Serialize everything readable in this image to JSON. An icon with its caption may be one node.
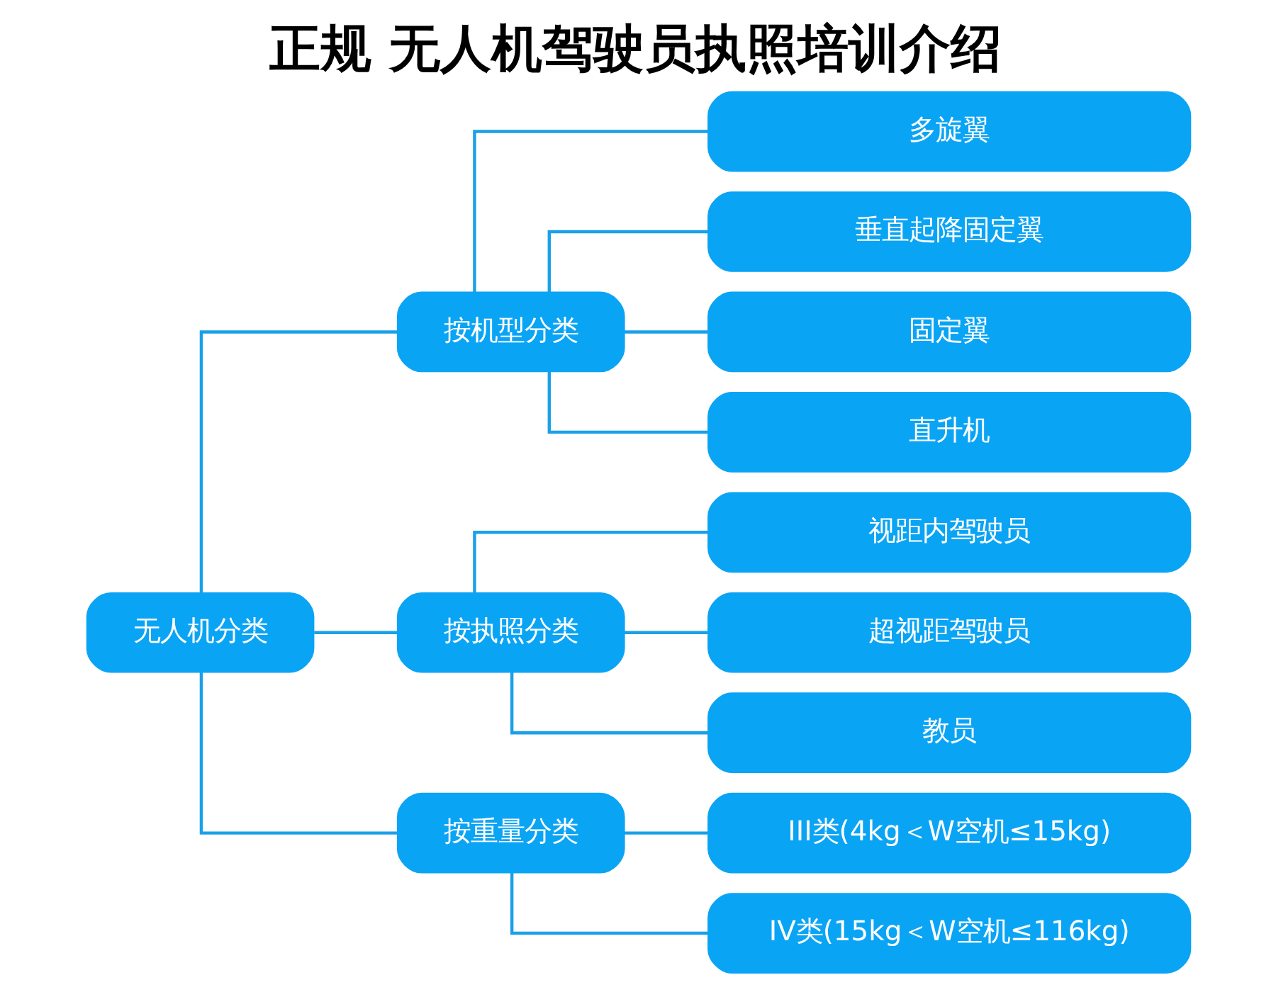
{
  "diagram": {
    "title": "正规 无人机驾驶员执照培训介绍",
    "nodes": [
      {
        "text": [
          "无人机分类"
        ]
      },
      {
        "text": [
          "按机型分类"
        ]
      },
      {
        "text": [
          "按执照分类"
        ]
      },
      {
        "text": [
          "按重量分类"
        ]
      },
      {
        "text": [
          "多旋翼"
        ]
      },
      {
        "text": [
          "垂直起降固定翼"
        ]
      },
      {
        "text": [
          "固定翼"
        ]
      },
      {
        "text": [
          "直升机"
        ]
      },
      {
        "text": [
          "视距内驾驶员"
        ]
      },
      {
        "text": [
          "超视距驾驶员"
        ]
      },
      {
        "text": [
          "教员"
        ]
      },
      {
        "text": [
          "III类(4kg＜W空机≤15kg)"
        ]
      },
      {
        "text": [
          "IV类(15kg＜W空机≤116kg)"
        ]
      }
    ],
    "edges": [
      {
        "from": 0,
        "to": 1,
        "arrow": "none"
      },
      {
        "from": 0,
        "to": 2,
        "arrow": "none"
      },
      {
        "from": 0,
        "to": 3,
        "arrow": "none"
      },
      {
        "from": 1,
        "to": 4,
        "arrow": "none"
      },
      {
        "from": 1,
        "to": 5,
        "arrow": "none"
      },
      {
        "from": 1,
        "to": 6,
        "arrow": "none"
      },
      {
        "from": 1,
        "to": 7,
        "arrow": "none"
      },
      {
        "from": 2,
        "to": 8,
        "arrow": "none"
      },
      {
        "from": 2,
        "to": 9,
        "arrow": "none"
      },
      {
        "from": 2,
        "to": 10,
        "arrow": "none"
      },
      {
        "from": 3,
        "to": 11,
        "arrow": "none"
      },
      {
        "from": 3,
        "to": 12,
        "arrow": "none"
      }
    ]
  }
}
